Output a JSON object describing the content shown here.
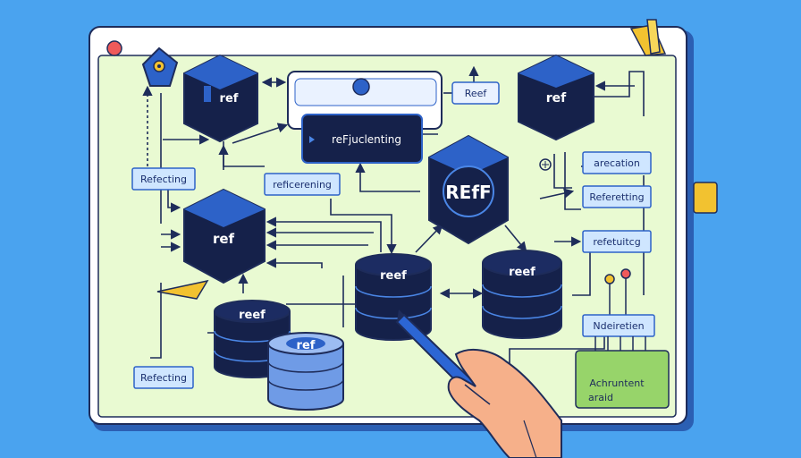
{
  "colors": {
    "background": "#4aa3ef",
    "board": "#e9fad2",
    "frame": "#ffffff",
    "line": "#1e2c5a",
    "node_dark": "#15214a",
    "node_blue": "#2d62c8",
    "label_fill": "#cfe6ff",
    "label_border": "#2d62c8",
    "green_box": "#97d46a",
    "tab": "#f2c230",
    "dot": "#ef5a5a",
    "pen": "#2c66d4",
    "skin": "#f6b08a"
  },
  "nodes": {
    "hex_top_left": "ref",
    "hex_top_right": "ref",
    "hex_center": "REfF",
    "hex_mid_left": "ref",
    "db_center": "reef",
    "db_right": "reef",
    "db_left": "reef",
    "db_front": "ref"
  },
  "labels": {
    "top_panel_tag": "Reef",
    "dark_box": "reFjuclenting",
    "left_top": "Refecting",
    "middle": "reficerening",
    "right_1": "arecation",
    "right_2": "Referetting",
    "right_3": "refetuitcg",
    "right_4": "Ndeiretien",
    "left_bottom": "Refecting",
    "green_box_line1": "Achruntent",
    "green_box_line2": "araid"
  },
  "icons": [
    "location-pin-icon",
    "radio-toggle-icon",
    "bookmark-tab-icon",
    "stylus-pen-icon",
    "hand-icon",
    "pennant-flag-icon"
  ]
}
